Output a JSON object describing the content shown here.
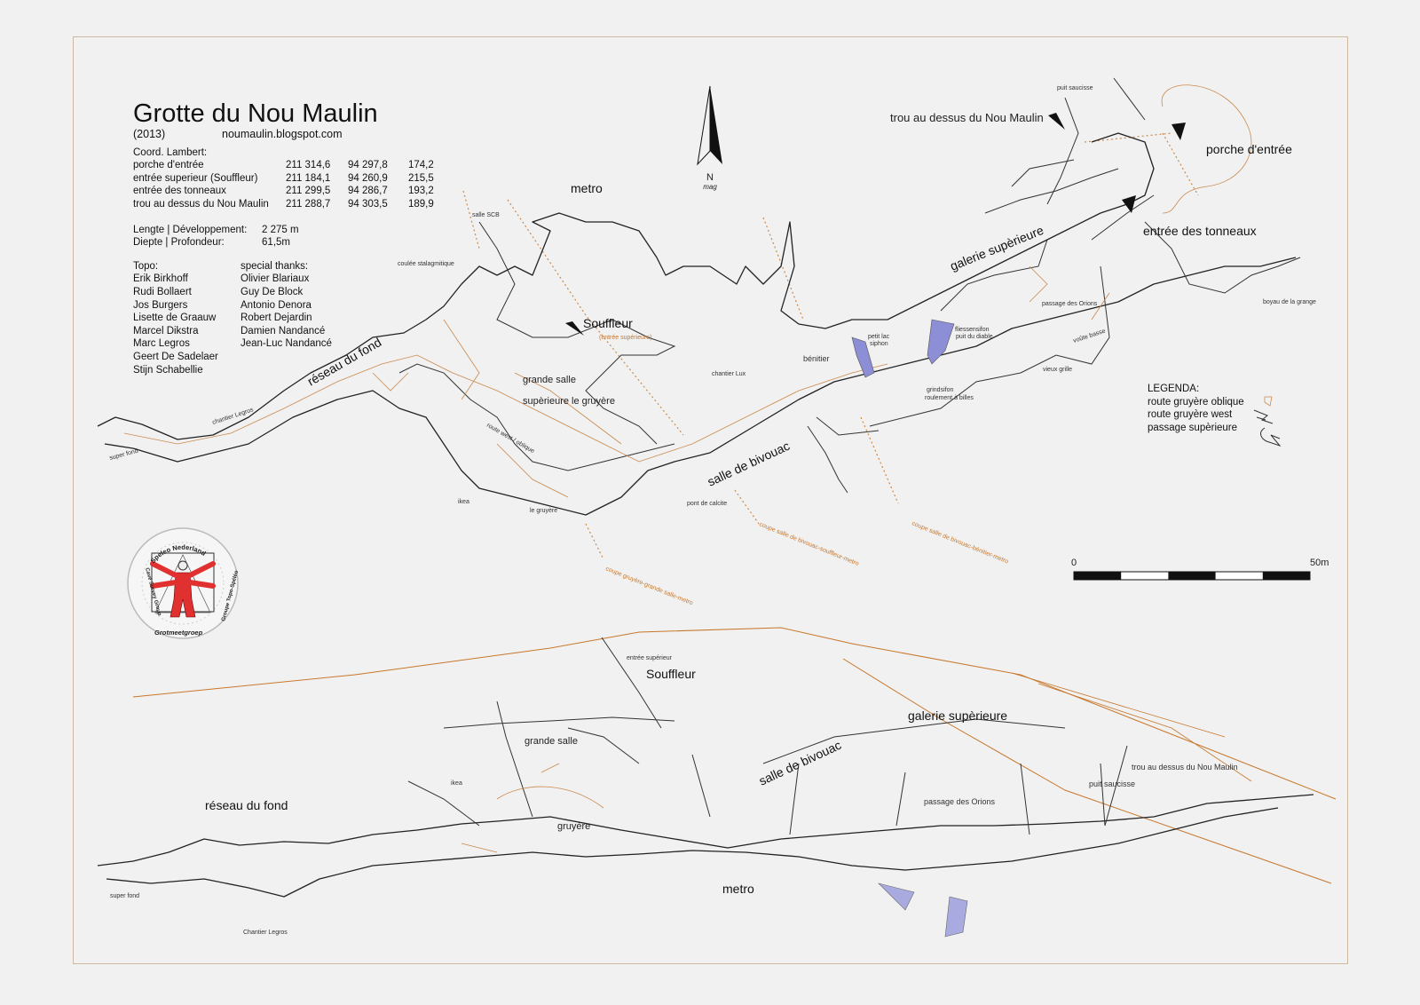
{
  "header": {
    "title": "Grotte du Nou Maulin",
    "year": "(2013)",
    "website": "noumaulin.blogspot.com",
    "coord_heading": "Coord. Lambert:",
    "coords": [
      {
        "name": "porche d'entrée",
        "x": "211 314,6",
        "y": "94 297,8",
        "z": "174,2"
      },
      {
        "name": "entrée superieur (Souffleur)",
        "x": "211 184,1",
        "y": "94 260,9",
        "z": "215,5"
      },
      {
        "name": "entrée des tonneaux",
        "x": "211 299,5",
        "y": "94 286,7",
        "z": "193,2"
      },
      {
        "name": "trou au dessus du Nou Maulin",
        "x": "211 288,7",
        "y": "94 303,5",
        "z": "189,9"
      }
    ],
    "length_label": "Lengte | Développement:",
    "length_value": "2 275 m",
    "depth_label": "Diepte | Profondeur:",
    "depth_value": "61,5m",
    "topo_heading": "Topo:",
    "topo": [
      "Erik Birkhoff",
      "Rudi Bollaert",
      "Jos Burgers",
      "Lisette de Graauw",
      "Marcel Dikstra",
      "Marc Legros",
      "Geert De Sadelaer",
      "Stijn Schabellie"
    ],
    "thanks_heading": "special thanks:",
    "thanks": [
      "Olivier Blariaux",
      "Guy De Block",
      "Antonio Denora",
      "Robert Dejardin",
      "Damien Nandancé",
      "Jean-Luc Nandancé"
    ]
  },
  "north": {
    "letter": "N",
    "sub": "mag"
  },
  "plan_labels": {
    "metro": "metro",
    "salle_scb": "salle SCB",
    "coulee": "coulée stalagmitique",
    "souffleur": "Souffleur",
    "entree_sup": "(entrée supérieure)",
    "reseau": "réseau du fond",
    "chantier_legros": "chantier Legros",
    "super_fond": "super fond",
    "grande_salle": "grande salle",
    "superieure_gruyere": "supèrieure le gruyère",
    "route_west": "route west / oblique",
    "ikea": "ikea",
    "le_gruyere": "le gruyère",
    "chantier_lux": "chantier Lux",
    "benitier": "bénitier",
    "petit_lac": "petit lac",
    "siphon": "siphon",
    "fliessensifon": "fliessensifon",
    "puit_diable": "puit du diable",
    "grindsifon": "grindsifon",
    "roulement": "roulement à billes",
    "salle_bivouac": "salle de bivouac",
    "pont_calcite": "pont de calcite",
    "galerie_sup": "galerie supèrieure",
    "passage_orions": "passage des Orions",
    "voute_basse": "voûte basse",
    "vieux_grille": "vieux grille",
    "boyau_grange": "boyau de la grange",
    "puit_saucisse": "puit saucisse",
    "trou": "trou au dessus du Nou Maulin",
    "porche": "porche d'entrée",
    "tonneaux": "entrée des tonneaux",
    "coupe1": "coupe gruyère-grande salle-metro",
    "coupe2": "coupe salle de bivouac-souffleur-metro",
    "coupe3": "coupe salle de bivouac-bénitier-metro"
  },
  "section_labels": {
    "entree_superieur": "entrée supérieur",
    "souffleur": "Souffleur",
    "grande_salle": "grande salle",
    "ikea": "ikea",
    "reseau": "réseau du fond",
    "gruyere": "gruyère",
    "super_fond": "super fond",
    "chantier_legros": "Chantier Legros",
    "metro": "metro",
    "salle_bivouac": "salle de bivouac",
    "galerie_sup": "galerie supèrieure",
    "trou": "trou au dessus du Nou Maulin",
    "puit_saucisse": "puit saucisse",
    "passage_orions": "passage des Orions"
  },
  "legend": {
    "heading": "LEGENDA:",
    "items": [
      "route gruyère oblique",
      "route gruyère west",
      "passage supèrieure"
    ]
  },
  "scale": {
    "start": "0",
    "end": "50m"
  },
  "logo": {
    "top": "Speleo Nederland",
    "left": "Cave Survey Group",
    "right": "Groupe Topo-Spéléo",
    "bottom": "Grotmeetgroep"
  },
  "colors": {
    "cave_outline": "#222222",
    "survey_detail": "#c98a4e",
    "water": "#8d8fd6",
    "figure": "#e03030"
  }
}
